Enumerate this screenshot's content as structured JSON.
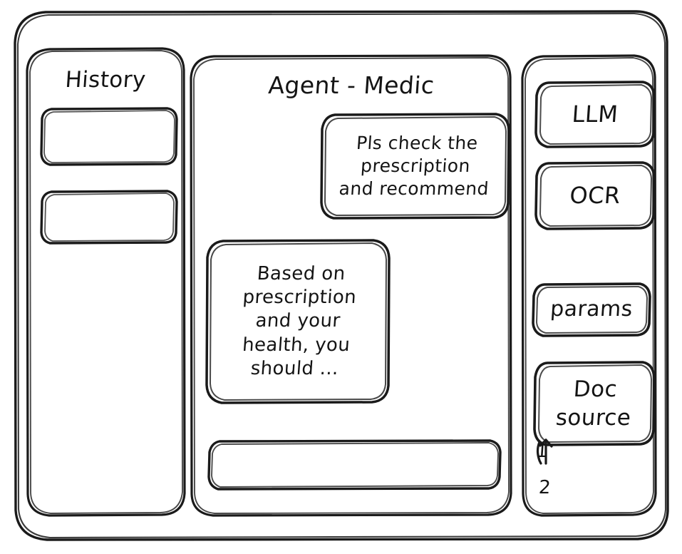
{
  "frame": {
    "name": "app-window"
  },
  "sidebar_left": {
    "title": "History",
    "items": [
      {
        "label": ""
      },
      {
        "label": ""
      }
    ]
  },
  "main": {
    "title": "Agent - Medic",
    "messages": [
      {
        "role": "user",
        "lines": [
          "Pls check the",
          "prescription",
          "and recommend"
        ],
        "text": "Pls check the prescription and recommend"
      },
      {
        "role": "agent",
        "lines": [
          "Based on",
          "prescription",
          "and your",
          "health, you",
          "should ..."
        ],
        "text": "Based on prescription and your health, you should ..."
      }
    ],
    "composer": {
      "value": "",
      "placeholder": ""
    }
  },
  "sidebar_right": {
    "tools": [
      {
        "label": "LLM"
      },
      {
        "label": "OCR"
      },
      {
        "label": "params"
      }
    ],
    "doc_source": {
      "label_lines": [
        "Doc",
        "source"
      ],
      "label": "Doc source",
      "references": [
        "1",
        "2"
      ]
    }
  },
  "style": {
    "stroke": "#1a1a1a",
    "background": "#ffffff",
    "text": "#141414"
  }
}
